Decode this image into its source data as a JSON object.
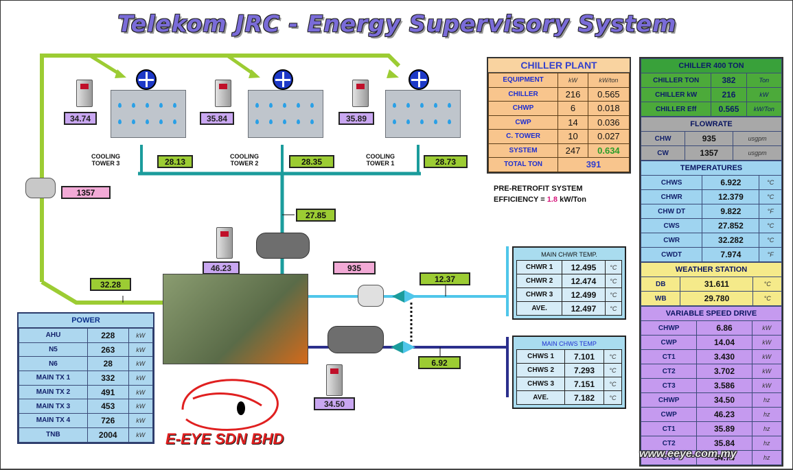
{
  "title": "Telekom JRC - Energy Supervisory System",
  "towers": [
    {
      "label_line1": "COOLING",
      "label_line2": "TOWER 3",
      "vsd_value": "34.74",
      "temp": "28.13"
    },
    {
      "label_line1": "COOLING",
      "label_line2": "TOWER 2",
      "vsd_value": "35.84",
      "temp": "28.35"
    },
    {
      "label_line1": "COOLING",
      "label_line2": "TOWER 1",
      "vsd_value": "35.89",
      "temp": "28.73"
    }
  ],
  "cw_flow": "1357",
  "cws_temp": "27.85",
  "cwp_vsd": "46.23",
  "cwr_temp": "32.28",
  "chw_flow": "935",
  "chwr_temp": "12.37",
  "chws_temp": "6.92",
  "chwp_vsd": "34.50",
  "chiller_plant": {
    "header": "CHILLER PLANT",
    "col_equipment": "EQUIPMENT",
    "col_kw": "kW",
    "col_kwton": "kW/ton",
    "rows": [
      {
        "name": "CHILLER",
        "kw": "216",
        "kwton": "0.565"
      },
      {
        "name": "CHWP",
        "kw": "6",
        "kwton": "0.018"
      },
      {
        "name": "CWP",
        "kw": "14",
        "kwton": "0.036"
      },
      {
        "name": "C. TOWER",
        "kw": "10",
        "kwton": "0.027"
      },
      {
        "name": "SYSTEM",
        "kw": "247",
        "kwton": "0.634"
      }
    ],
    "total_label": "TOTAL TON",
    "total_value": "391"
  },
  "note": {
    "line1": "PRE-RETROFIT SYSTEM",
    "line2_prefix": "EFFICIENCY = ",
    "value": "1.8",
    "unit": " kW/Ton"
  },
  "right_panel": {
    "chiller_header": "CHILLER 400 TON",
    "chiller_rows": [
      {
        "label": "CHILLER TON",
        "value": "382",
        "unit": "Ton"
      },
      {
        "label": "CHILLER kW",
        "value": "216",
        "unit": "kW"
      },
      {
        "label": "CHILLER Eff",
        "value": "0.565",
        "unit": "kW/Ton"
      }
    ],
    "flow_header": "FLOWRATE",
    "flow_rows": [
      {
        "label": "CHW",
        "value": "935",
        "unit": "usgpm"
      },
      {
        "label": "CW",
        "value": "1357",
        "unit": "usgpm"
      }
    ],
    "temp_header": "TEMPERATURES",
    "temp_rows": [
      {
        "label": "CHWS",
        "value": "6.922",
        "unit": "°C"
      },
      {
        "label": "CHWR",
        "value": "12.379",
        "unit": "°C"
      },
      {
        "label": "CHW DT",
        "value": "9.822",
        "unit": "°F"
      },
      {
        "label": "CWS",
        "value": "27.852",
        "unit": "°C"
      },
      {
        "label": "CWR",
        "value": "32.282",
        "unit": "°C"
      },
      {
        "label": "CWDT",
        "value": "7.974",
        "unit": "°F"
      }
    ],
    "weather_header": "WEATHER STATION",
    "weather_rows": [
      {
        "label": "DB",
        "value": "31.611",
        "unit": "°C"
      },
      {
        "label": "WB",
        "value": "29.780",
        "unit": "°C"
      }
    ],
    "vsd_header": "VARIABLE SPEED DRIVE",
    "vsd_rows": [
      {
        "label": "CHWP",
        "value": "6.86",
        "unit": "kW"
      },
      {
        "label": "CWP",
        "value": "14.04",
        "unit": "kW"
      },
      {
        "label": "CT1",
        "value": "3.430",
        "unit": "kW"
      },
      {
        "label": "CT2",
        "value": "3.702",
        "unit": "kW"
      },
      {
        "label": "CT3",
        "value": "3.586",
        "unit": "kW"
      },
      {
        "label": "CHWP",
        "value": "34.50",
        "unit": "hz"
      },
      {
        "label": "CWP",
        "value": "46.23",
        "unit": "hz"
      },
      {
        "label": "CT1",
        "value": "35.89",
        "unit": "hz"
      },
      {
        "label": "CT2",
        "value": "35.84",
        "unit": "hz"
      },
      {
        "label": "CT3",
        "value": "34.74",
        "unit": "hz"
      }
    ]
  },
  "chwr_table": {
    "header": "MAIN CHWR TEMP.",
    "rows": [
      {
        "label": "CHWR 1",
        "value": "12.495",
        "unit": "°C"
      },
      {
        "label": "CHWR 2",
        "value": "12.474",
        "unit": "°C"
      },
      {
        "label": "CHWR 3",
        "value": "12.499",
        "unit": "°C"
      },
      {
        "label": "AVE.",
        "value": "12.497",
        "unit": "°C"
      }
    ]
  },
  "chws_table": {
    "header": "MAIN CHWS TEMP",
    "rows": [
      {
        "label": "CHWS 1",
        "value": "7.101",
        "unit": "°C"
      },
      {
        "label": "CHWS 2",
        "value": "7.293",
        "unit": "°C"
      },
      {
        "label": "CHWS 3",
        "value": "7.151",
        "unit": "°C"
      },
      {
        "label": "AVE.",
        "value": "7.182",
        "unit": "°C"
      }
    ]
  },
  "power": {
    "header": "POWER",
    "rows": [
      {
        "label": "AHU",
        "value": "228",
        "unit": "kW"
      },
      {
        "label": "N5",
        "value": "263",
        "unit": "kW"
      },
      {
        "label": "N6",
        "value": "28",
        "unit": "kW"
      },
      {
        "label": "MAIN TX 1",
        "value": "332",
        "unit": "kW"
      },
      {
        "label": "MAIN TX 2",
        "value": "491",
        "unit": "kW"
      },
      {
        "label": "MAIN TX 3",
        "value": "453",
        "unit": "kW"
      },
      {
        "label": "MAIN TX 4",
        "value": "726",
        "unit": "kW"
      },
      {
        "label": "TNB",
        "value": "2004",
        "unit": "kW"
      }
    ]
  },
  "brand": "E-EYE SDN BHD",
  "url": "www.eeye.com.my",
  "colors": {
    "pipe_green": "#9ccc33",
    "pipe_teal": "#1b9c9c",
    "pipe_cyan": "#4fc6ea",
    "pipe_navy": "#2b2f8c",
    "accent_pink": "#d6147a",
    "accent_green": "#2a9e2a"
  }
}
